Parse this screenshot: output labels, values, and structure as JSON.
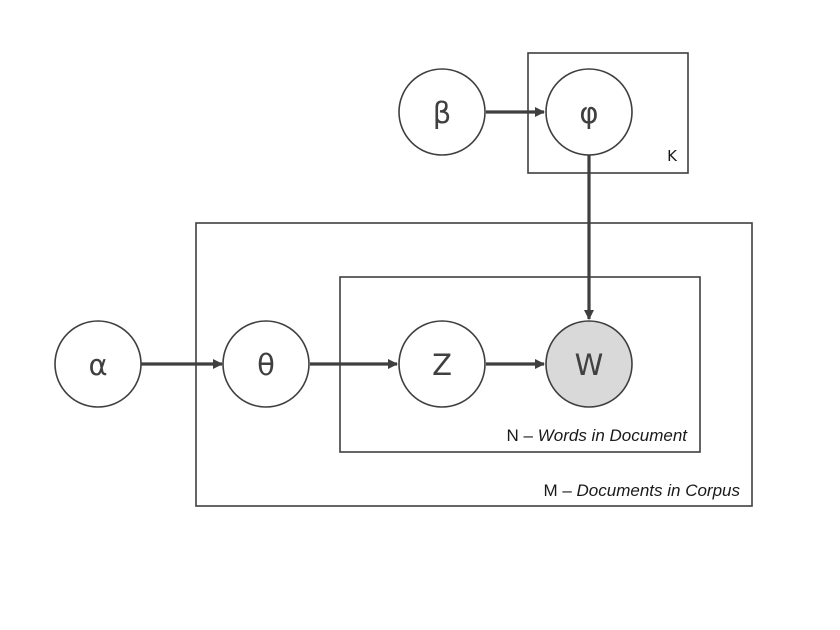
{
  "nodes": {
    "alpha": {
      "label": "α",
      "observed": false
    },
    "theta": {
      "label": "θ",
      "observed": false
    },
    "z": {
      "label": "Z",
      "observed": false
    },
    "w": {
      "label": "W",
      "observed": true
    },
    "beta": {
      "label": "β",
      "observed": false
    },
    "phi": {
      "label": "φ",
      "observed": false
    }
  },
  "plates": {
    "k": {
      "letter": "K"
    },
    "n": {
      "letter": "N",
      "dash": " – ",
      "description": "Words in Document"
    },
    "m": {
      "letter": "M",
      "dash": " – ",
      "description": "Documents in Corpus"
    }
  },
  "edges": [
    {
      "from": "alpha",
      "to": "theta"
    },
    {
      "from": "theta",
      "to": "z"
    },
    {
      "from": "z",
      "to": "w"
    },
    {
      "from": "beta",
      "to": "phi"
    },
    {
      "from": "phi",
      "to": "w"
    }
  ],
  "colors": {
    "stroke": "#3f3f3f",
    "observed_fill": "#d9d9d9",
    "node_fill": "#ffffff"
  }
}
